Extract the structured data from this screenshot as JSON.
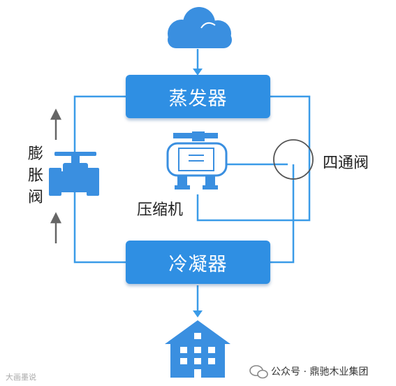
{
  "diagram": {
    "evaporator_label": "蒸发器",
    "condenser_label": "冷凝器",
    "compressor_label": "压缩机",
    "expansion_valve_label": "膨胀阀",
    "four_way_valve_label": "四通阀"
  },
  "footer": {
    "wechat_text": "公众号 · 鼎驰木业集团",
    "watermark": "大画墨说"
  },
  "colors": {
    "line": "#3a9be8",
    "box": "#2f8fe3",
    "icon": "#3a8fe0",
    "arrow": "#666666"
  }
}
